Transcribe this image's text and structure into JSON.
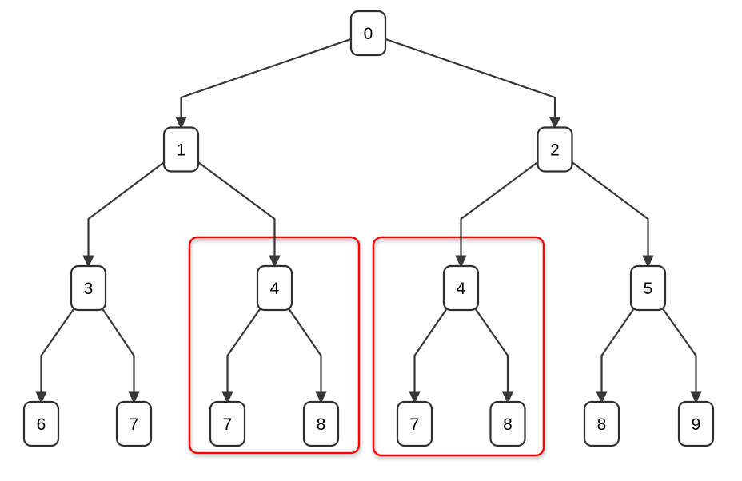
{
  "diagram": {
    "type": "binary-tree",
    "description": "Binary tree with two duplicate subtrees highlighted in red",
    "colors": {
      "background": "#ffffff",
      "node_fill": "#ffffff",
      "node_border": "#2e2e2e",
      "edge": "#363636",
      "text": "#000000",
      "highlight": "#ff0000"
    },
    "nodes": [
      {
        "id": "n0",
        "label": "0"
      },
      {
        "id": "n1",
        "label": "1"
      },
      {
        "id": "n2",
        "label": "2"
      },
      {
        "id": "n3",
        "label": "3"
      },
      {
        "id": "n4L",
        "label": "4"
      },
      {
        "id": "n4R",
        "label": "4"
      },
      {
        "id": "n5",
        "label": "5"
      },
      {
        "id": "n6",
        "label": "6"
      },
      {
        "id": "n7a",
        "label": "7"
      },
      {
        "id": "n7b",
        "label": "7"
      },
      {
        "id": "n8a",
        "label": "8"
      },
      {
        "id": "n7c",
        "label": "7"
      },
      {
        "id": "n8b",
        "label": "8"
      },
      {
        "id": "n8c",
        "label": "8"
      },
      {
        "id": "n9",
        "label": "9"
      }
    ],
    "edges": [
      [
        "n0",
        "n1"
      ],
      [
        "n0",
        "n2"
      ],
      [
        "n1",
        "n3"
      ],
      [
        "n1",
        "n4L"
      ],
      [
        "n2",
        "n4R"
      ],
      [
        "n2",
        "n5"
      ],
      [
        "n3",
        "n6"
      ],
      [
        "n3",
        "n7a"
      ],
      [
        "n4L",
        "n7b"
      ],
      [
        "n4L",
        "n8a"
      ],
      [
        "n4R",
        "n7c"
      ],
      [
        "n4R",
        "n8b"
      ],
      [
        "n5",
        "n8c"
      ],
      [
        "n5",
        "n9"
      ]
    ],
    "highlights": [
      {
        "name": "duplicate-subtree-1",
        "nodes": [
          "n4L",
          "n7b",
          "n8a"
        ]
      },
      {
        "name": "duplicate-subtree-2",
        "nodes": [
          "n4R",
          "n7c",
          "n8b"
        ]
      }
    ]
  }
}
